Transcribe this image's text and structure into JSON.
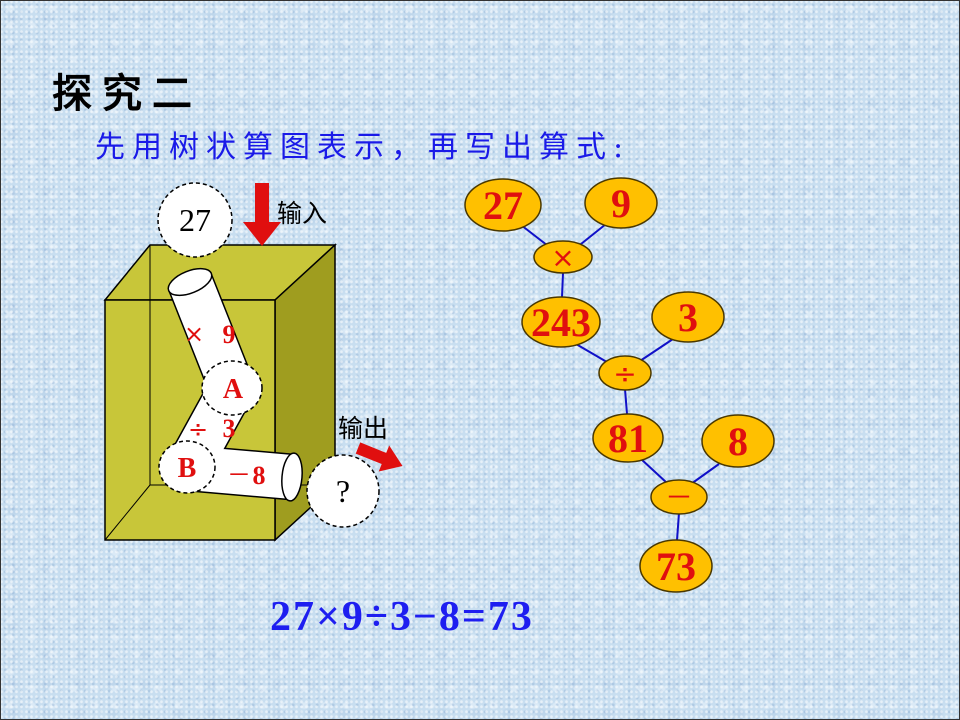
{
  "slide": {
    "title": "探究二",
    "instruction": "先用树状算图表示，再写出算式:"
  },
  "machine": {
    "input_value": "27",
    "input_label": "输入",
    "steps": [
      {
        "operator": "×",
        "operand": "9"
      },
      {
        "operator": "÷",
        "operand": "3"
      },
      {
        "operator": "－",
        "operand": "8"
      }
    ],
    "checkpoints": [
      "A",
      "B"
    ],
    "output_label": "输出",
    "output_value": "?"
  },
  "tree": {
    "start": "27",
    "steps": [
      {
        "operand": "9",
        "operator": "×",
        "result": "243"
      },
      {
        "operand": "3",
        "operator": "÷",
        "result": "81"
      },
      {
        "operand": "8",
        "operator": "－",
        "result": "73"
      }
    ]
  },
  "equation": "27×9÷3−8=73",
  "colors": {
    "instruction": "#1a1ae8",
    "equation": "#1e1ef0",
    "red": "#e00f0f",
    "node-fill": "#ffc000",
    "edge": "#1010c8",
    "box-front": "#c8c639",
    "box-side": "#9f9d1f",
    "bg": "#c8def0"
  }
}
